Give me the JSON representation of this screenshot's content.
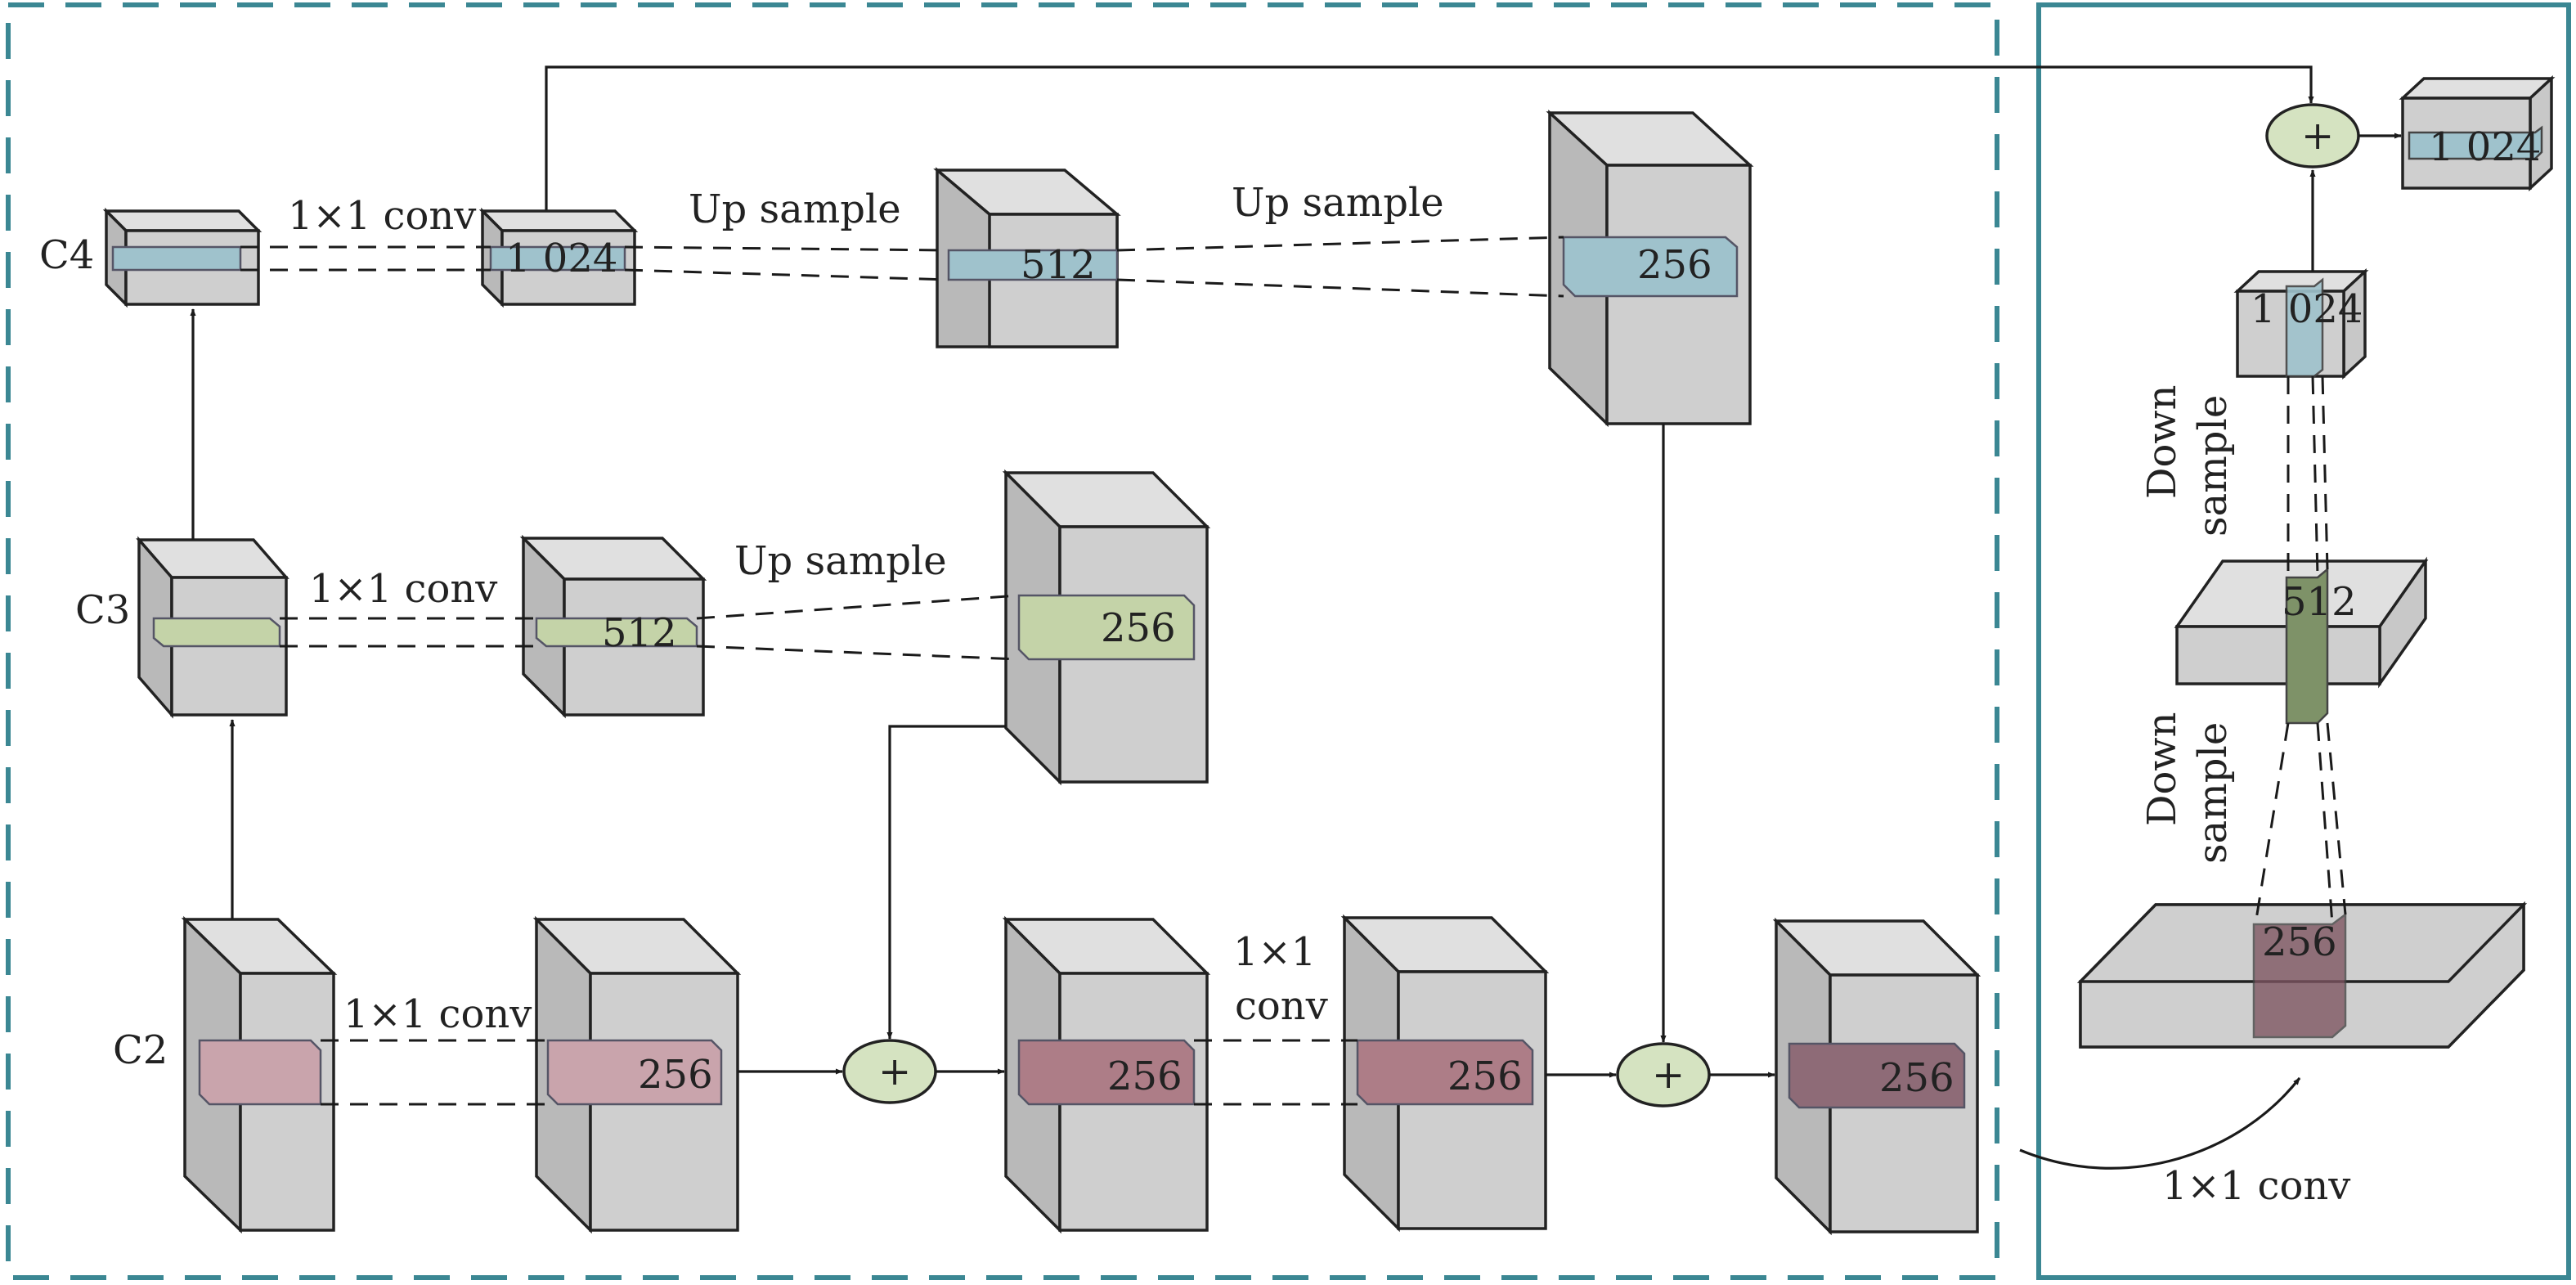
{
  "colors": {
    "frame_left": "#3b8793",
    "frame_right": "#3b8793",
    "cube_top": "#e0e0e0",
    "cube_front": "#cfcfcf",
    "cube_side": "#b9b9b9",
    "plus_fill": "#d5e3c1",
    "slab_blue": "#9fc2cc",
    "slab_green": "#c4d3a8",
    "slab_pink_light": "#c9a4ac",
    "slab_pink_mid": "#ad7d87",
    "slab_pink_dark": "#8e6b77",
    "slab_deep": "#7e5560",
    "slab_dgreen": "#7e9268"
  },
  "levels": {
    "c4": "C4",
    "c3": "C3",
    "c2": "C2"
  },
  "channels": {
    "c4_conv": "1 024",
    "c4_up1": "512",
    "c4_up2": "256",
    "c3_conv": "512",
    "c3_up": "256",
    "c2_conv": "256",
    "sum1": "256",
    "conv_after_sum1": "256",
    "final_left": "256",
    "right_bottom": "256",
    "right_mid": "512",
    "right_top": "1 024",
    "right_out": "1 024"
  },
  "operations": {
    "conv_c4": "1×1 conv",
    "up_c4_a": "Up sample",
    "up_c4_b": "Up sample",
    "conv_c3": "1×1 conv",
    "up_c3": "Up sample",
    "conv_c2": "1×1 conv",
    "conv_mid_line1": "1×1",
    "conv_mid_line2": "conv",
    "conv_bridge": "1×1 conv",
    "down1_line1": "Down",
    "down1_line2": "sample",
    "down2_line1": "Down",
    "down2_line2": "sample"
  },
  "symbols": {
    "plus": "+"
  }
}
